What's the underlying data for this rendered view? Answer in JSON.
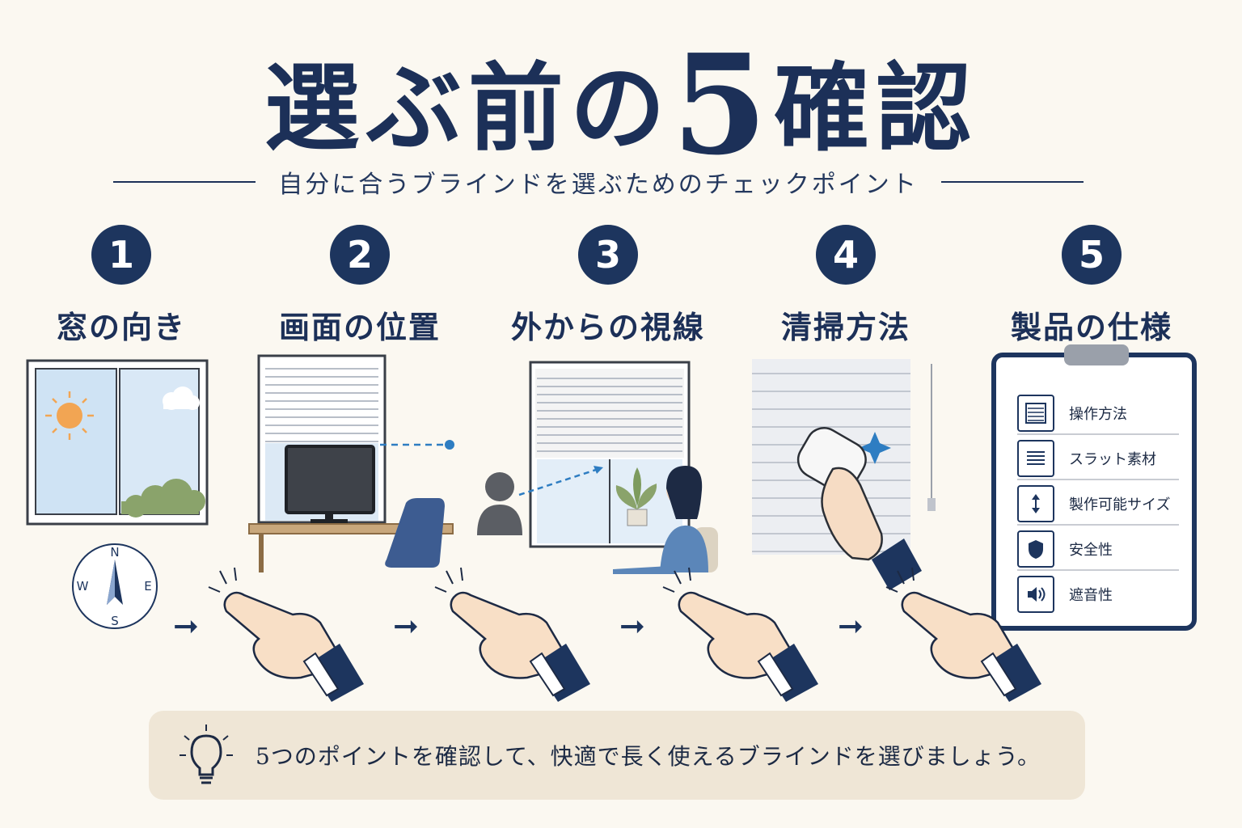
{
  "header": {
    "title_pre": "選ぶ前の",
    "title_num": "5",
    "title_post": "確認",
    "subtitle": "自分に合うブラインドを選ぶためのチェックポイント"
  },
  "steps": [
    {
      "number": "1",
      "label": "窓の向き"
    },
    {
      "number": "2",
      "label": "画面の位置"
    },
    {
      "number": "3",
      "label": "外からの視線"
    },
    {
      "number": "4",
      "label": "清掃方法"
    },
    {
      "number": "5",
      "label": "製品の仕様"
    }
  ],
  "compass": {
    "n": "N",
    "s": "S",
    "e": "E",
    "w": "W"
  },
  "arrow_glyph": "➞",
  "spec_list": [
    {
      "label": "操作方法",
      "icon": "blind-frame-icon"
    },
    {
      "label": "スラット素材",
      "icon": "slats-icon"
    },
    {
      "label": "製作可能サイズ",
      "icon": "updown-arrow-icon"
    },
    {
      "label": "安全性",
      "icon": "shield-icon"
    },
    {
      "label": "遮音性",
      "icon": "speaker-icon"
    }
  ],
  "tip": {
    "text": "5つのポイントを確認して、快適で長く使えるブラインドを選びましょう。",
    "icon": "lightbulb-icon"
  },
  "colors": {
    "navy": "#1d355e",
    "background": "#fbf8f1",
    "tip_background": "#efe6d6",
    "sky": "#cfe3f4",
    "accent_blue": "#2e7dc2"
  }
}
